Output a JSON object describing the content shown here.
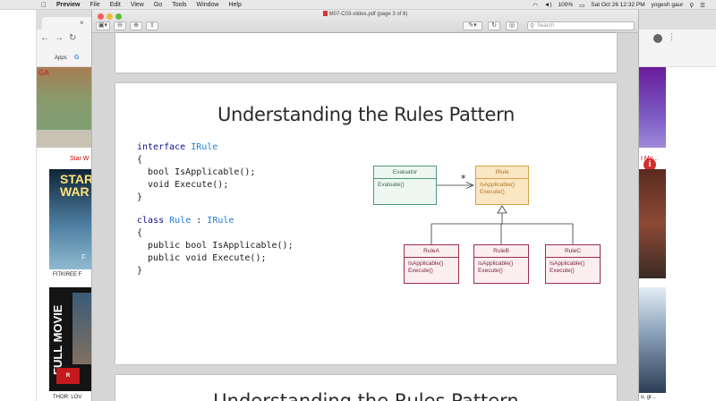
{
  "menubar": {
    "apple": "",
    "app_name": "Preview",
    "items": [
      "File",
      "Edit",
      "View",
      "Go",
      "Tools",
      "Window",
      "Help"
    ],
    "battery": "100%",
    "datetime": "Sat Oct 26  12:32 PM",
    "user": "yogesh gaur"
  },
  "browser_left": {
    "bookmark_apps": "Apps",
    "bookmark_g": "G",
    "caption1": "Star W",
    "poster1_text": "STAR WAR",
    "poster1_letter": "F",
    "caption2": "FITKIREE F",
    "poster2_text": "FULL MOVIE",
    "caption3": "THOR: LOV"
  },
  "browser_right": {
    "caption1": "I Mo...",
    "caption2": "o, gr..."
  },
  "preview": {
    "window_title": "M07-C03-slides.pdf (page 3 of 8)",
    "search_placeholder": "Search"
  },
  "slide": {
    "title": "Understanding the Rules Pattern",
    "code_interface": {
      "line1_kw": "interface",
      "line1_type": "IRule",
      "open": "{",
      "line2": "  bool IsApplicable();",
      "line3": "  void Execute();",
      "close": "}"
    },
    "code_class": {
      "line1_kw": "class",
      "line1_type1": "Rule",
      "line1_sep": " : ",
      "line1_type2": "IRule",
      "open": "{",
      "line2": "  public bool IsApplicable();",
      "line3": "  public void Execute();",
      "close": "}"
    },
    "diagram": {
      "evaluator": {
        "name": "Evaluator",
        "ops": [
          "Evaluate()"
        ]
      },
      "irule": {
        "name": "IRule",
        "ops": [
          "IsApplicable()",
          "Execute()"
        ]
      },
      "multiplicity": "*",
      "rules": [
        {
          "name": "RuleA",
          "ops": [
            "IsApplicable()",
            "Execute()"
          ]
        },
        {
          "name": "RuleB",
          "ops": [
            "IsApplicable()",
            "Execute()"
          ]
        },
        {
          "name": "RuleC",
          "ops": [
            "IsApplicable()",
            "Execute()"
          ]
        }
      ]
    },
    "next_title": "Understanding the Rules Pattern"
  }
}
